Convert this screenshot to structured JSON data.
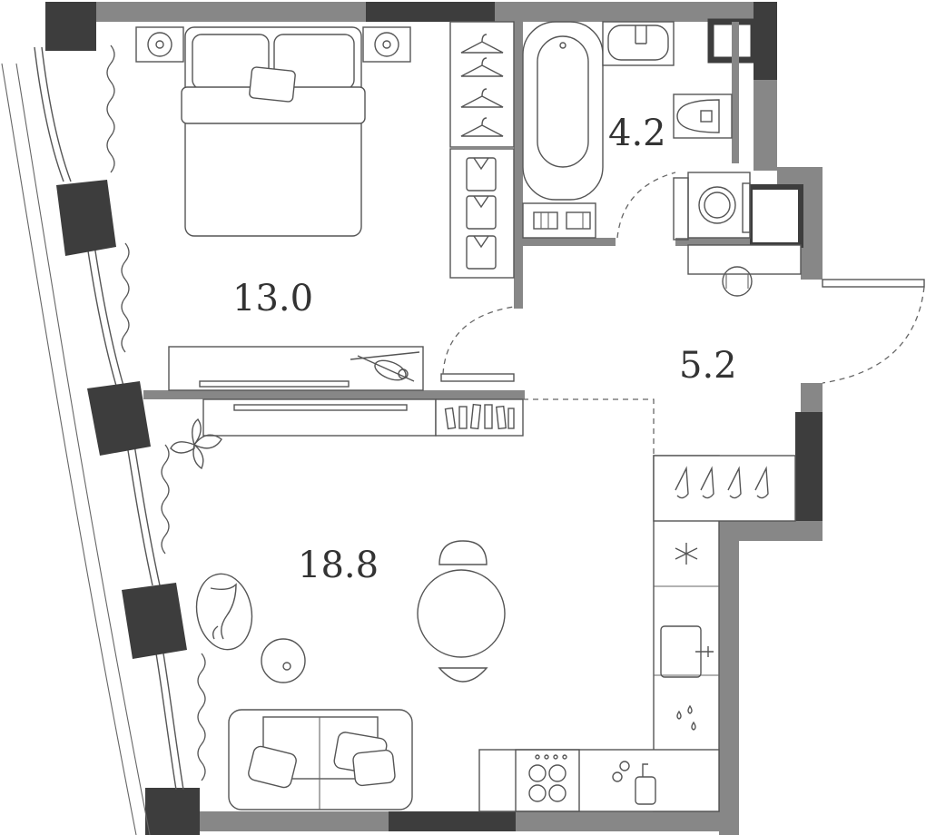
{
  "plan": {
    "colors": {
      "wall_dark": "#3d3d3d",
      "wall_mid": "#878787",
      "line": "#555555",
      "background": "#ffffff"
    },
    "rooms": [
      {
        "key": "bedroom",
        "area": "13.0"
      },
      {
        "key": "bathroom",
        "area": "4.2"
      },
      {
        "key": "hallway",
        "area": "5.2"
      },
      {
        "key": "living",
        "area": "18.8"
      }
    ],
    "icons": [
      "hanger-icon",
      "shirt-icon",
      "snowflake-icon",
      "water-drops-icon",
      "violin-icon",
      "plant-icon",
      "cat-icon"
    ]
  }
}
